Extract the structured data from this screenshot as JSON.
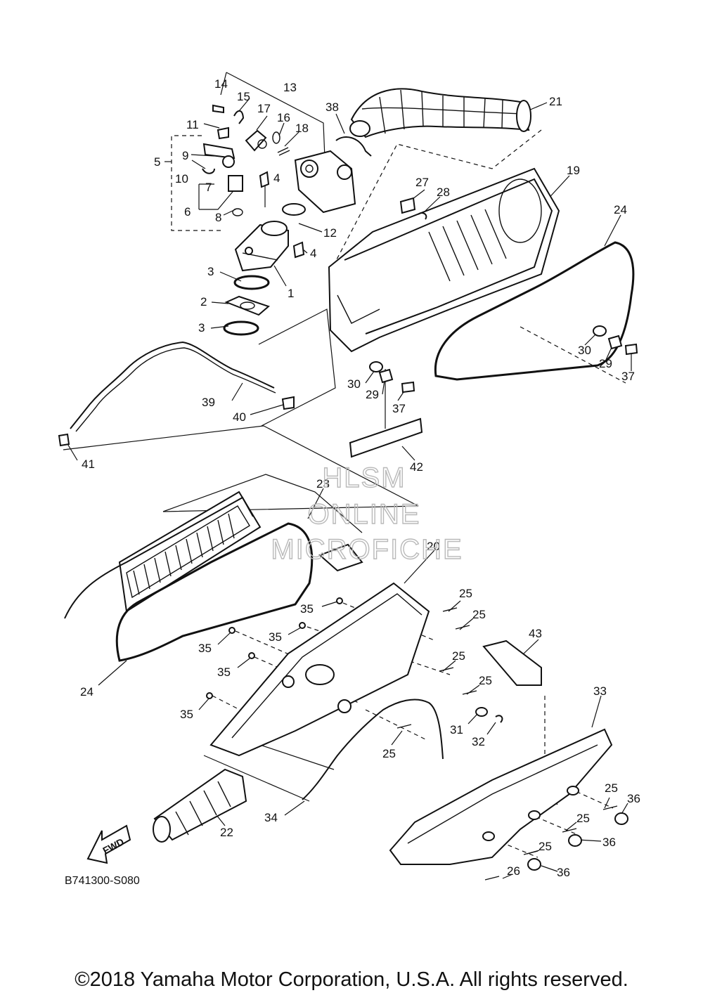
{
  "diagram": {
    "code": "B741300-S080",
    "fwd_label": "FWD",
    "watermark": [
      "HLSM",
      "ONLINE",
      "MICROFICHE"
    ],
    "callouts": [
      {
        "id": "c1",
        "label": "1"
      },
      {
        "id": "c2",
        "label": "2"
      },
      {
        "id": "c3a",
        "label": "3"
      },
      {
        "id": "c3b",
        "label": "3"
      },
      {
        "id": "c4a",
        "label": "4"
      },
      {
        "id": "c4b",
        "label": "4"
      },
      {
        "id": "c5",
        "label": "5"
      },
      {
        "id": "c6",
        "label": "6"
      },
      {
        "id": "c7",
        "label": "7"
      },
      {
        "id": "c8",
        "label": "8"
      },
      {
        "id": "c9",
        "label": "9"
      },
      {
        "id": "c10",
        "label": "10"
      },
      {
        "id": "c11",
        "label": "11"
      },
      {
        "id": "c12",
        "label": "12"
      },
      {
        "id": "c13",
        "label": "13"
      },
      {
        "id": "c14",
        "label": "14"
      },
      {
        "id": "c15",
        "label": "15"
      },
      {
        "id": "c16",
        "label": "16"
      },
      {
        "id": "c17",
        "label": "17"
      },
      {
        "id": "c18",
        "label": "18"
      },
      {
        "id": "c19",
        "label": "19"
      },
      {
        "id": "c20",
        "label": "20"
      },
      {
        "id": "c21",
        "label": "21"
      },
      {
        "id": "c22",
        "label": "22"
      },
      {
        "id": "c23",
        "label": "23"
      },
      {
        "id": "c24a",
        "label": "24"
      },
      {
        "id": "c24b",
        "label": "24"
      },
      {
        "id": "c25a",
        "label": "25"
      },
      {
        "id": "c25b",
        "label": "25"
      },
      {
        "id": "c25c",
        "label": "25"
      },
      {
        "id": "c25d",
        "label": "25"
      },
      {
        "id": "c25e",
        "label": "25"
      },
      {
        "id": "c25f",
        "label": "25"
      },
      {
        "id": "c25g",
        "label": "25"
      },
      {
        "id": "c25h",
        "label": "25"
      },
      {
        "id": "c26",
        "label": "26"
      },
      {
        "id": "c27",
        "label": "27"
      },
      {
        "id": "c28",
        "label": "28"
      },
      {
        "id": "c29a",
        "label": "29"
      },
      {
        "id": "c29b",
        "label": "29"
      },
      {
        "id": "c30a",
        "label": "30"
      },
      {
        "id": "c30b",
        "label": "30"
      },
      {
        "id": "c31",
        "label": "31"
      },
      {
        "id": "c32",
        "label": "32"
      },
      {
        "id": "c33",
        "label": "33"
      },
      {
        "id": "c34",
        "label": "34"
      },
      {
        "id": "c35a",
        "label": "35"
      },
      {
        "id": "c35b",
        "label": "35"
      },
      {
        "id": "c35c",
        "label": "35"
      },
      {
        "id": "c35d",
        "label": "35"
      },
      {
        "id": "c35e",
        "label": "35"
      },
      {
        "id": "c36a",
        "label": "36"
      },
      {
        "id": "c36b",
        "label": "36"
      },
      {
        "id": "c36c",
        "label": "36"
      },
      {
        "id": "c37a",
        "label": "37"
      },
      {
        "id": "c37b",
        "label": "37"
      },
      {
        "id": "c38",
        "label": "38"
      },
      {
        "id": "c39",
        "label": "39"
      },
      {
        "id": "c40",
        "label": "40"
      },
      {
        "id": "c41",
        "label": "41"
      },
      {
        "id": "c42",
        "label": "42"
      },
      {
        "id": "c43",
        "label": "43"
      }
    ]
  },
  "footer": {
    "copyright": "©2018 Yamaha Motor Corporation, U.S.A. All rights reserved."
  }
}
